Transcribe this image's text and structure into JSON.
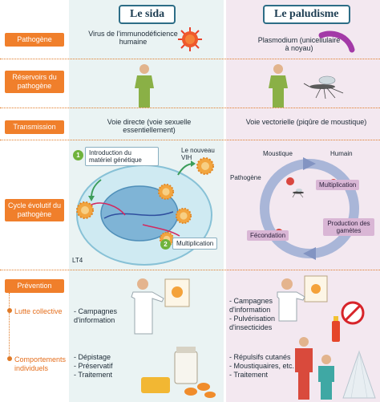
{
  "columns": {
    "sida": {
      "title": "Le sida"
    },
    "paludisme": {
      "title": "Le paludisme"
    }
  },
  "rows": {
    "pathogene": "Pathogène",
    "reservoirs": "Réservoirs du pathogène",
    "transmission": "Transmission",
    "cycle": "Cycle évolutif du pathogène",
    "prevention": "Prévention",
    "lutte": "Lutte collective",
    "comportements": "Comportements individuels"
  },
  "sida": {
    "pathogene": "Virus de l'immunodéficience humaine",
    "transmission": "Voie directe (voie sexuelle essentiellement)",
    "cycle": {
      "step1": "Introduction du matériel génétique",
      "step1_num": "1",
      "nouveau": "Le nouveau VIH",
      "step2": "Multiplication",
      "step2_num": "2",
      "lt4": "LT4"
    },
    "lutte": [
      "Campagnes d'information"
    ],
    "comportements": [
      "Dépistage",
      "Préservatif",
      "Traitement"
    ]
  },
  "palu": {
    "pathogene": "Plasmodium (unicellulaire à noyau)",
    "transmission": "Voie vectorielle (piqûre de moustique)",
    "cycle": {
      "moustique": "Moustique",
      "humain": "Humain",
      "pathogene": "Pathogène",
      "multiplication": "Multiplication",
      "production": "Production des gamètes",
      "fecondation": "Fécondation"
    },
    "lutte": [
      "Campagnes d'information",
      "Pulvérisation d'insecticides"
    ],
    "comportements": [
      "Répulsifs cutanés",
      "Moustiquaires, etc.",
      "Traitement"
    ]
  },
  "colors": {
    "orange": "#f07f2b",
    "teal": "#2d6d86",
    "sida_bg": "#eaf3f3",
    "palu_bg": "#f3e8f0",
    "virus": "#e9402a",
    "plasmodium": "#a33aa7"
  },
  "icons": [
    "virus-icon",
    "plasmodium-icon",
    "person-icon",
    "mosquito-icon",
    "doctor-icon",
    "no-mosquito-icon",
    "insecticide-icon",
    "pills-icon",
    "mosquito-net-icon"
  ]
}
